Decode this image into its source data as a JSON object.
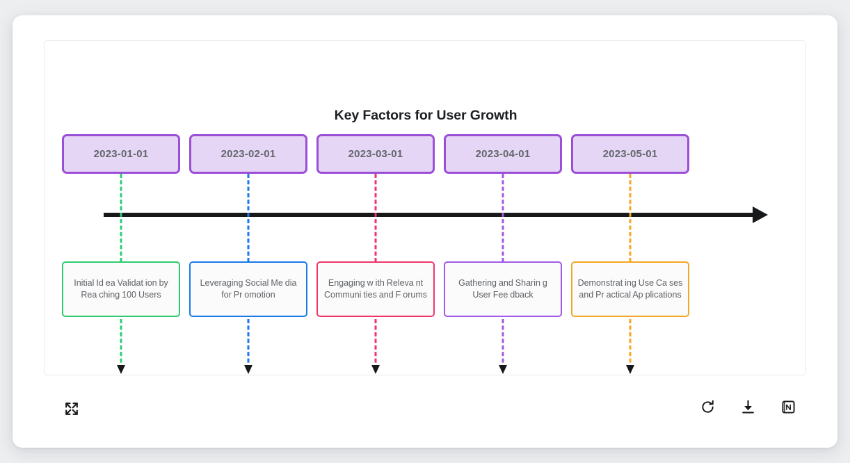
{
  "chart_data": {
    "type": "timeline",
    "title": "Key Factors for User Growth",
    "axis": {
      "orientation": "horizontal",
      "direction": "left-to-right",
      "arrow": true
    },
    "categories": [
      "2023-01-01",
      "2023-02-01",
      "2023-03-01",
      "2023-04-01",
      "2023-05-01"
    ],
    "events": [
      {
        "date": "2023-01-01",
        "label": "Initial Id ea Validat ion by Rea ching 100 Users",
        "color": "#2ecc71"
      },
      {
        "date": "2023-02-01",
        "label": "Leveraging Social Me dia for Pr omotion",
        "color": "#1a7ae8"
      },
      {
        "date": "2023-03-01",
        "label": "Engaging w ith Releva nt Communi ties and F orums",
        "color": "#f0356b"
      },
      {
        "date": "2023-04-01",
        "label": "Gathering and Sharin g User Fee dback",
        "color": "#a259e6"
      },
      {
        "date": "2023-05-01",
        "label": "Demonstrat ing Use Ca ses and Pr actical Ap plications",
        "color": "#f5a623"
      }
    ],
    "legend": "none",
    "grid": false
  },
  "colors": {
    "date_chip_fill": "#e5d6f6",
    "date_chip_border": "#9b4fd6",
    "axis": "#17181a",
    "page_background": "#eceef0",
    "card_background": "#ffffff"
  },
  "toolbar": {
    "fullscreen_icon": "fullscreen-expand-icon",
    "refresh_icon": "refresh-icon",
    "download_icon": "download-icon",
    "notion_icon": "notion-icon"
  }
}
